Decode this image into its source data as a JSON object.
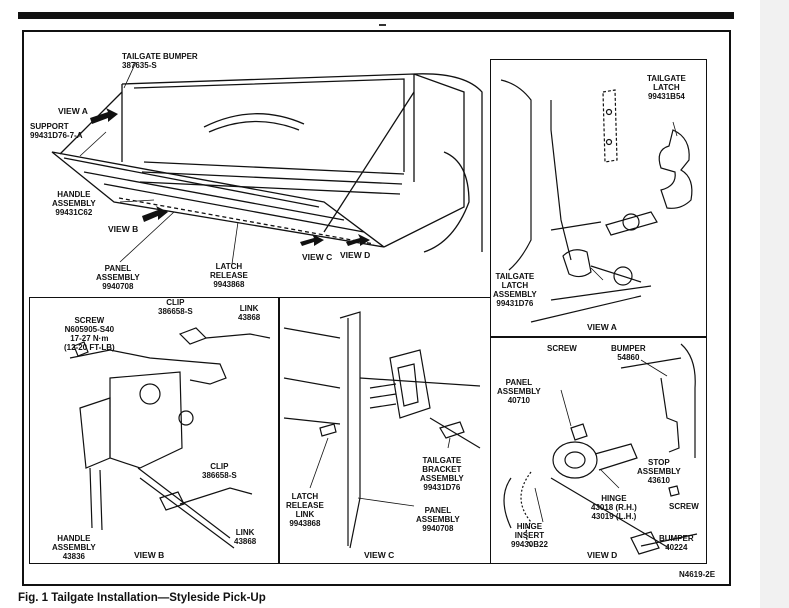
{
  "figure": {
    "caption": "Fig. 1 Tailgate Installation—Styleside Pick-Up",
    "code": "N4619-2E"
  },
  "main_view": {
    "tailgate_bumper": "TAILGATE BUMPER\n387635-S",
    "view_a_arrow": "VIEW A",
    "support": "SUPPORT\n99431D76-7-A",
    "handle": "HANDLE\nASSEMBLY\n99431C62",
    "view_b_arrow": "VIEW B",
    "panel": "PANEL\nASSEMBLY\n9940708",
    "latch_release": "LATCH\nRELEASE\n9943868",
    "view_c_arrow": "VIEW C",
    "view_d_arrow": "VIEW D"
  },
  "view_a": {
    "title": "VIEW A",
    "latch_top": "TAILGATE\nLATCH\n99431B54",
    "latch_bottom": "TAILGATE\nLATCH\nASSEMBLY\n99431D76"
  },
  "view_b": {
    "title": "VIEW B",
    "screw": "SCREW\nN605905-S40\n17-27 N·m\n(12-20 FT-LB)",
    "clip_top": "CLIP\n386658-S",
    "link_top": "LINK\n43868",
    "clip_bottom": "CLIP\n386658-S",
    "handle": "HANDLE\nASSEMBLY\n43836",
    "link_bottom": "LINK\n43868"
  },
  "view_c": {
    "title": "VIEW C",
    "bracket": "TAILGATE\nBRACKET\nASSEMBLY\n99431D76",
    "latch_link": "LATCH\nRELEASE\nLINK\n9943868",
    "panel": "PANEL\nASSEMBLY\n9940708"
  },
  "view_d": {
    "title": "VIEW D",
    "screw_top": "SCREW",
    "bumper_top": "BUMPER\n54860",
    "panel": "PANEL\nASSEMBLY\n40710",
    "stop": "STOP\nASSEMBLY\n43610",
    "screw_right": "SCREW",
    "hinge": "HINGE\n43018 (R.H.)\n43019 (L.H.)",
    "hinge_insert": "HINGE\nINSERT\n99430B22",
    "bumper_bottom": "BUMPER\n40224"
  }
}
